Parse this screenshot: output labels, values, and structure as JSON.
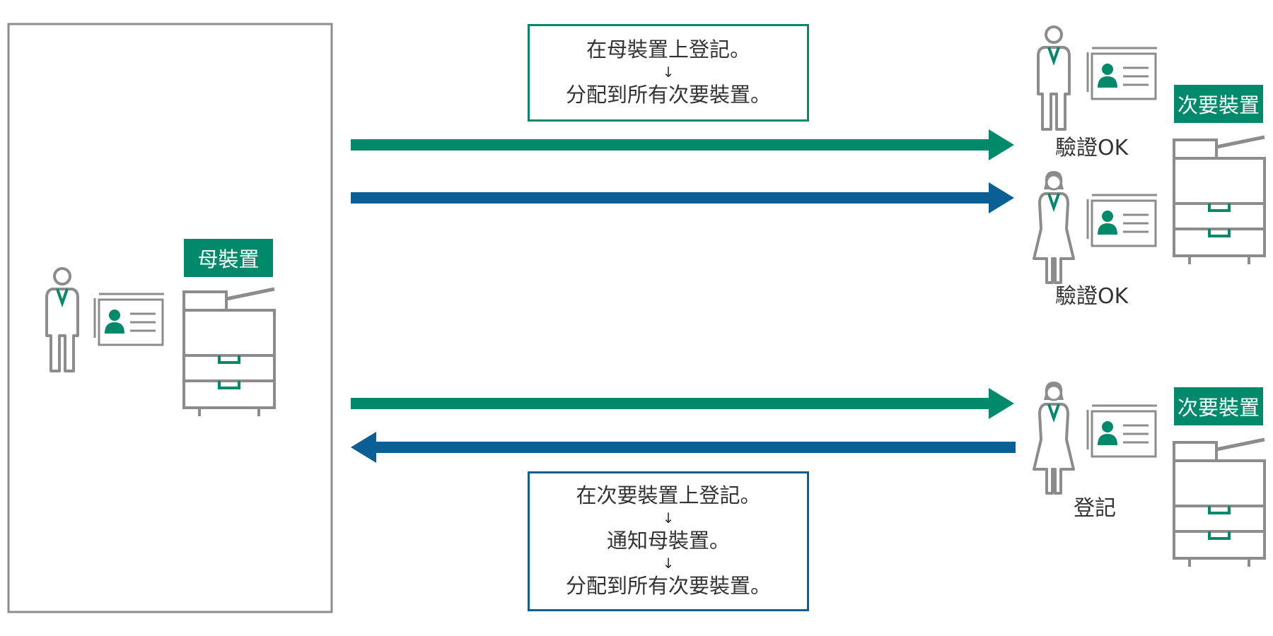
{
  "colors": {
    "accent_green": "#00896a",
    "accent_blue": "#0a6094",
    "frame_gray": "#8c8c8c",
    "text": "#333333"
  },
  "parent_device": {
    "tag": "母裝置"
  },
  "secondary_top": {
    "tag": "次要裝置",
    "user1_status": "驗證OK",
    "user2_status": "驗證OK"
  },
  "secondary_bottom": {
    "tag": "次要裝置",
    "user_status": "登記"
  },
  "flow_top_box": {
    "line1": "在母裝置上登記。",
    "line2": "分配到所有次要裝置。"
  },
  "flow_bottom_box": {
    "line1": "在次要裝置上登記。",
    "line2": "通知母裝置。",
    "line3": "分配到所有次要裝置。"
  },
  "icons": [
    "person-male-icon",
    "person-female-icon",
    "id-card-icon",
    "printer-icon",
    "arrow-right-icon",
    "arrow-left-icon"
  ]
}
